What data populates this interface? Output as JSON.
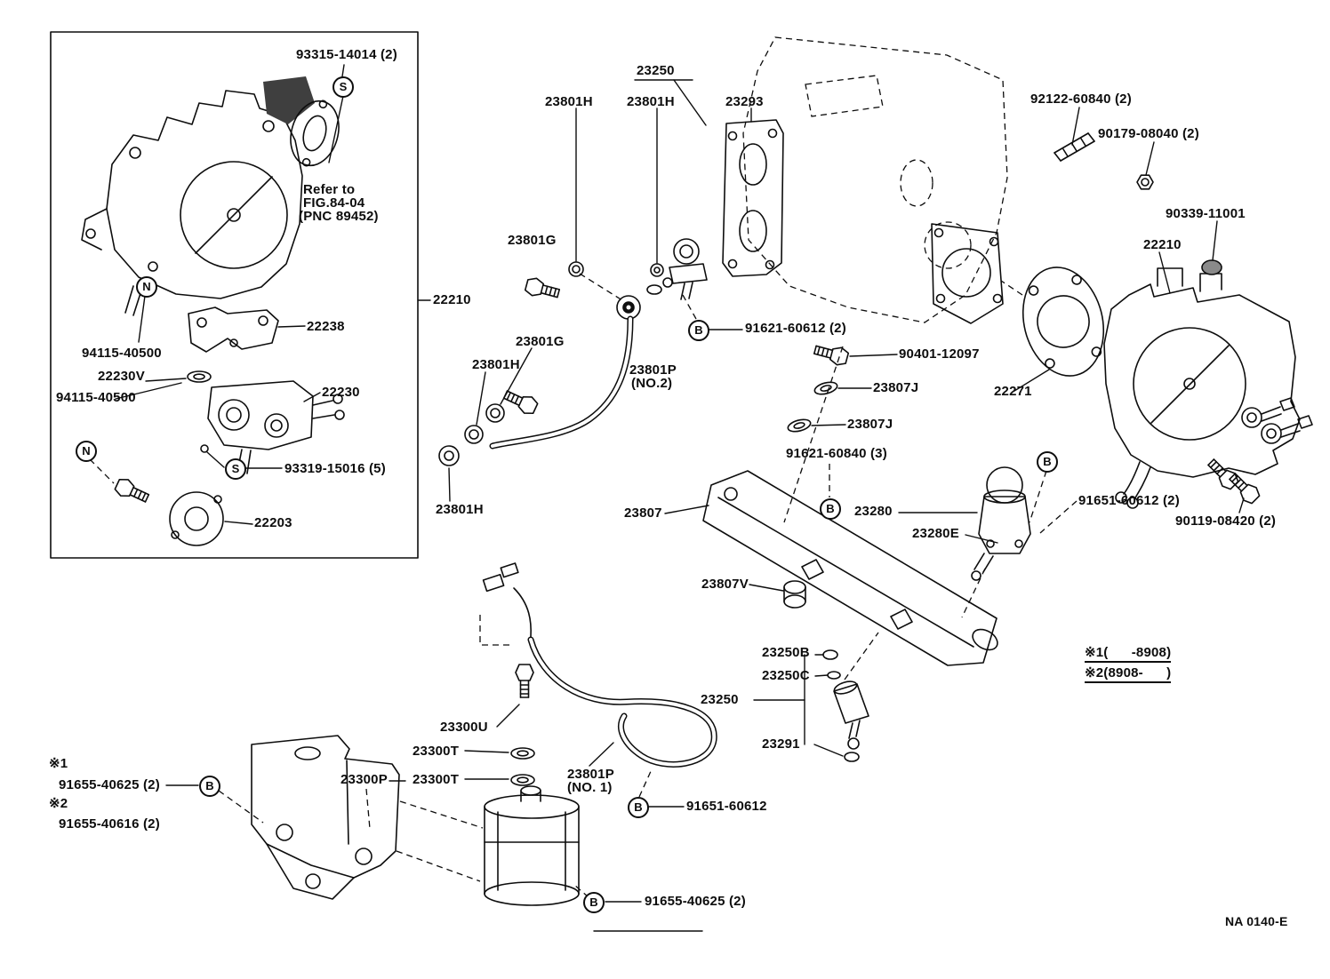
{
  "figure_code": "NA 0140-E",
  "symbols": {
    "b": "B",
    "s": "S",
    "n": "N"
  },
  "labels": {
    "p93315": "93315-14014 (2)",
    "refer1": "Refer to",
    "refer2": "FIG.84-04",
    "refer3": "(PNC 89452)",
    "p94115a": "94115-40500",
    "p22230v": "22230V",
    "p94115b": "94115-40500",
    "p22238": "22238",
    "p22230": "22230",
    "p93319": "93319-15016 (5)",
    "p22203": "22203",
    "p22210l": "22210",
    "p23250top": "23250",
    "p23801h1": "23801H",
    "p23801h2": "23801H",
    "p23293": "23293",
    "p23801g1": "23801G",
    "p23801g2": "23801G",
    "p23801h3": "23801H",
    "p23801p2a": "23801P",
    "p23801p2b": "(NO.2)",
    "p23801h4": "23801H",
    "p91621a": "91621-60612 (2)",
    "p90401": "90401-12097",
    "p23807j1": "23807J",
    "p23807j2": "23807J",
    "p91621b": "91621-60840 (3)",
    "p23807": "23807",
    "p23807v": "23807V",
    "p23280": "23280",
    "p23280e": "23280E",
    "p92122": "92122-60840 (2)",
    "p90179": "90179-08040 (2)",
    "p90339": "90339-11001",
    "p22210r": "22210",
    "p22271": "22271",
    "p91651r": "91651-60612 (2)",
    "p90119": "90119-08420 (2)",
    "note1": "※1(      -8908)",
    "note2": "※2(8908-      )",
    "p23250b": "23250B",
    "p23250c": "23250C",
    "p23250bot": "23250",
    "p23291": "23291",
    "p23300u": "23300U",
    "p23300t1": "23300T",
    "p23300t2": "23300T",
    "p23300p": "23300P",
    "p23801p1a": "23801P",
    "p23801p1b": "(NO. 1)",
    "p91651bot": "91651-60612",
    "mark1": "※1",
    "p91655a": "91655-40625 (2)",
    "mark2": "※2",
    "p91655b": "91655-40616 (2)",
    "p91655c": "91655-40625 (2)",
    "figcode": "NA 0140-E"
  }
}
